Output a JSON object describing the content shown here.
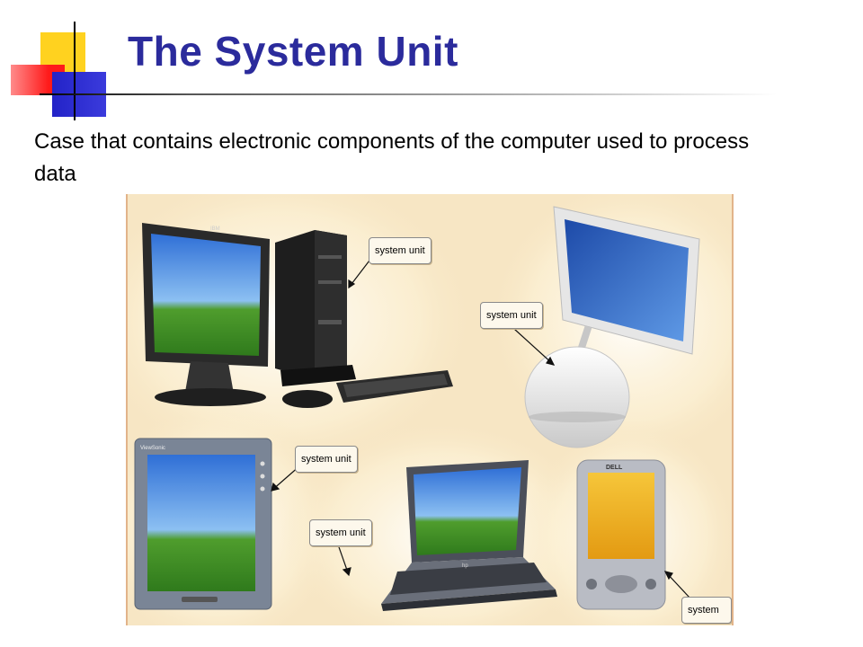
{
  "slide": {
    "title": "The System Unit",
    "subtitle": "Case that contains electronic components of the computer used to process data"
  },
  "illustration": {
    "callouts": [
      "system unit",
      "system unit",
      "system unit",
      "system unit",
      "system unit"
    ],
    "monitor_brand": "IBM",
    "tablet_brand": "ViewSonic",
    "pda_brand": "DELL",
    "laptop_brand": "hp"
  }
}
